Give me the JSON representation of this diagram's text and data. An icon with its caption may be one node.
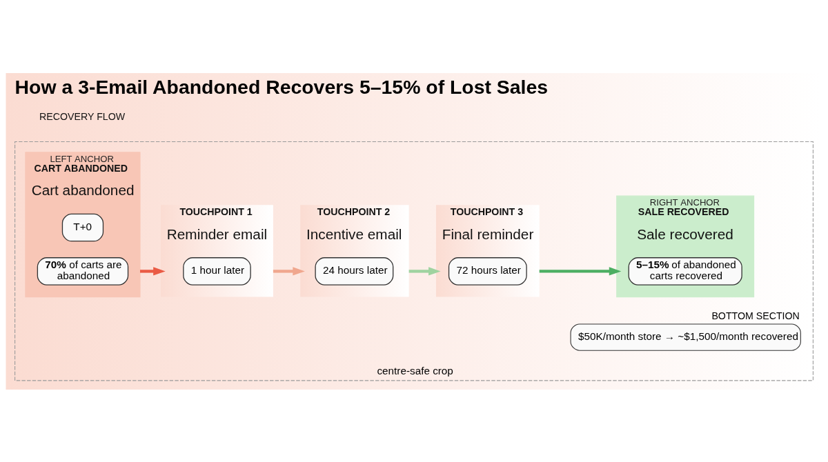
{
  "diagram": {
    "title": "How a 3-Email Abandoned Recovers 5–15% of Lost Sales",
    "nodes": [
      {
        "text": [
          "centre-safe crop"
        ]
      },
      {
        "text": [
          "LEFT ANCHOR",
          "CART ABANDONED",
          "Cart abandoned"
        ],
        "in": 0
      },
      {
        "text": [
          "T+0"
        ],
        "in": 1
      },
      {
        "text": [
          "**70%** of carts are abandoned"
        ],
        "in": 1
      },
      {
        "text": [
          "TOUCHPOINT 1",
          "Reminder email"
        ],
        "in": 0
      },
      {
        "text": [
          "1 hour later"
        ],
        "in": 4
      },
      {
        "text": [
          "TOUCHPOINT 2",
          "Incentive email"
        ],
        "in": 0
      },
      {
        "text": [
          "24 hours later"
        ],
        "in": 6
      },
      {
        "text": [
          "TOUCHPOINT 3",
          "Final reminder"
        ],
        "in": 0
      },
      {
        "text": [
          "72 hours later"
        ],
        "in": 8
      },
      {
        "text": [
          "RIGHT ANCHOR",
          "SALE RECOVERED",
          "Sale recovered"
        ],
        "in": 0
      },
      {
        "text": [
          "**5–15%** of abandoned carts recovered"
        ],
        "in": 10
      },
      {
        "text": [
          "BOTTOM SECTION",
          "$50K/month store → ~$1,500/month recovered"
        ],
        "in": 0
      }
    ],
    "edges": [
      {
        "from": 1,
        "to": 4,
        "arrow": "to",
        "color": "#ea5b45"
      },
      {
        "from": 4,
        "to": 6,
        "arrow": "to",
        "color": "#f0a78e"
      },
      {
        "from": 6,
        "to": 8,
        "arrow": "to",
        "color": "#9fd3a0"
      },
      {
        "from": 8,
        "to": 10,
        "arrow": "to",
        "color": "#4cae62"
      }
    ],
    "labels": [
      "RECOVERY FLOW"
    ]
  }
}
